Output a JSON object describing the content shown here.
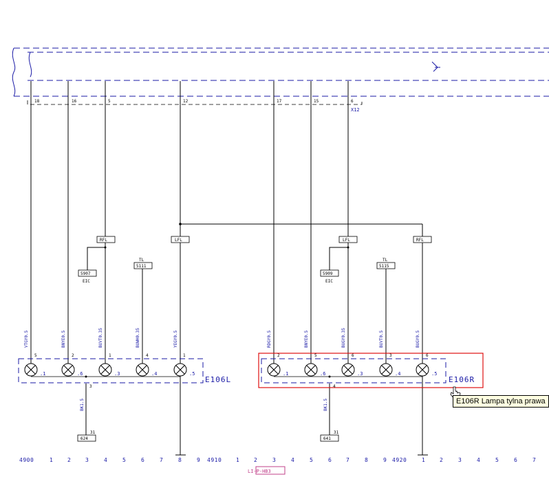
{
  "connector_label": "X12",
  "connector_pins": [
    "18",
    "16",
    "5",
    "12",
    "17",
    "15",
    "6"
  ],
  "left_lamp": {
    "name": "E106L",
    "wires": [
      {
        "color": "VTGY0.5",
        "pin": "5",
        "pos": ".1"
      },
      {
        "color": "BNYE0.5",
        "pin": "2",
        "pos": ".6"
      },
      {
        "color": "BUVT0.35",
        "pin": "1",
        "pos": ".3"
      },
      {
        "color": "BUWH0.35",
        "pin": "4",
        "pos": ".4"
      },
      {
        "color": "YEGY0.5",
        "pin": "1",
        "pos": ".5"
      }
    ],
    "ground_pin": "3",
    "ground_wire": "BK1.5",
    "ground_pin2": "31",
    "ground_ref": "624"
  },
  "right_lamp": {
    "name": "E106R",
    "wires": [
      {
        "color": "RDGY0.5",
        "pin": "2",
        "pos": ".1"
      },
      {
        "color": "BNYE0.5",
        "pin": "5",
        "pos": ".6"
      },
      {
        "color": "BUGY0.35",
        "pin": "6",
        "pos": ".3"
      },
      {
        "color": "BUVT0.5",
        "pin": "3",
        "pos": ".4"
      },
      {
        "color": "BUGY0.5",
        "pin": "6",
        "pos": ".5"
      }
    ],
    "ground_pin": "4",
    "ground_wire": "BK1.5",
    "ground_pin2": "31",
    "ground_ref": "641"
  },
  "refs": {
    "left_rfl": "RFL",
    "left_lfl": "LFL",
    "right_lfl": "LFL",
    "right_rfl": "RFL",
    "tl_left_top": "TL",
    "tl_left": "5111",
    "tl_right_top": "TL",
    "tl_right": "5115",
    "left_ref": "5907",
    "left_ref_sub": "EIC",
    "right_ref": "5909",
    "right_ref_sub": "EIC"
  },
  "bottom_axis": {
    "start_left": "4900",
    "start_mid": "4910",
    "start_right": "4920",
    "ticks_a": [
      "1",
      "2",
      "3",
      "4",
      "5",
      "6",
      "7",
      "8",
      "9"
    ],
    "ticks_b": [
      "1",
      "2",
      "3",
      "4",
      "5",
      "6",
      "7",
      "8",
      "9"
    ],
    "ticks_c": [
      "1",
      "2",
      "3",
      "4",
      "5",
      "6",
      "7"
    ]
  },
  "page_tag": "LI-P-HB3",
  "tooltip": "E106R Lampa tylna prawa",
  "colors": {
    "line": "#000000",
    "blue": "#1a1aa6",
    "highlight": "#e01010",
    "tag": "#c0408a"
  }
}
